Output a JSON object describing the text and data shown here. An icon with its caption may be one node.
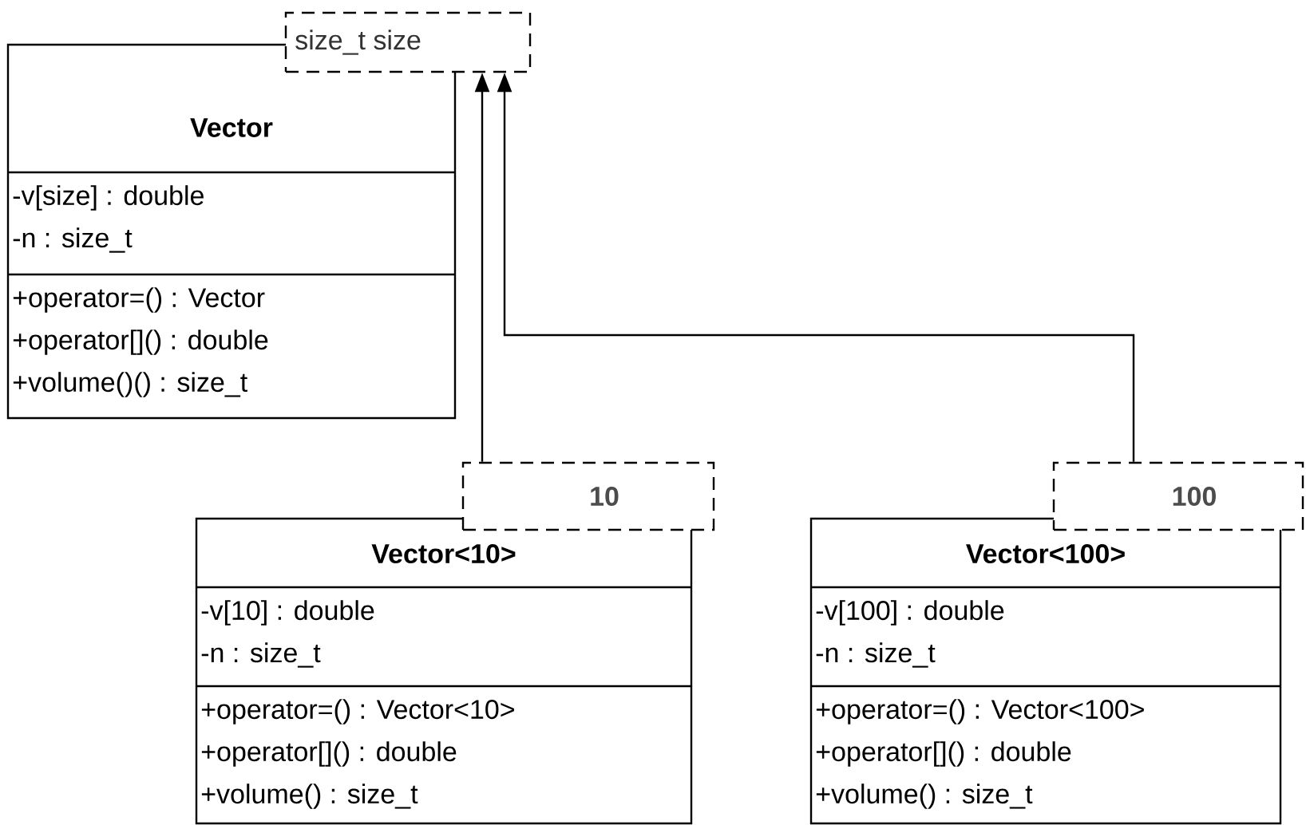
{
  "diagram": {
    "nodes": [
      {
        "text": [
          "Vector",
          "-v[size] : double",
          "-n : size_t",
          "+operator=() : Vector",
          "+operator[]() : double",
          "+volume()() : size_t"
        ]
      },
      {
        "text": [
          "size_t size"
        ]
      },
      {
        "text": [
          "Vector<10>",
          "-v[10] : double",
          "-n : size_t",
          "+operator=() : Vector<10>",
          "+operator[]() : double",
          "+volume() : size_t"
        ]
      },
      {
        "text": [
          "10"
        ]
      },
      {
        "text": [
          "Vector<100>",
          "-v[100] : double",
          "-n : size_t",
          "+operator=() : Vector<100>",
          "+operator[]() : double",
          "+volume() : size_t"
        ]
      },
      {
        "text": [
          "100"
        ]
      }
    ],
    "edges": [
      {
        "from": 3,
        "to": 1,
        "arrow": "to"
      },
      {
        "from": 5,
        "to": 1,
        "arrow": "to"
      }
    ]
  }
}
